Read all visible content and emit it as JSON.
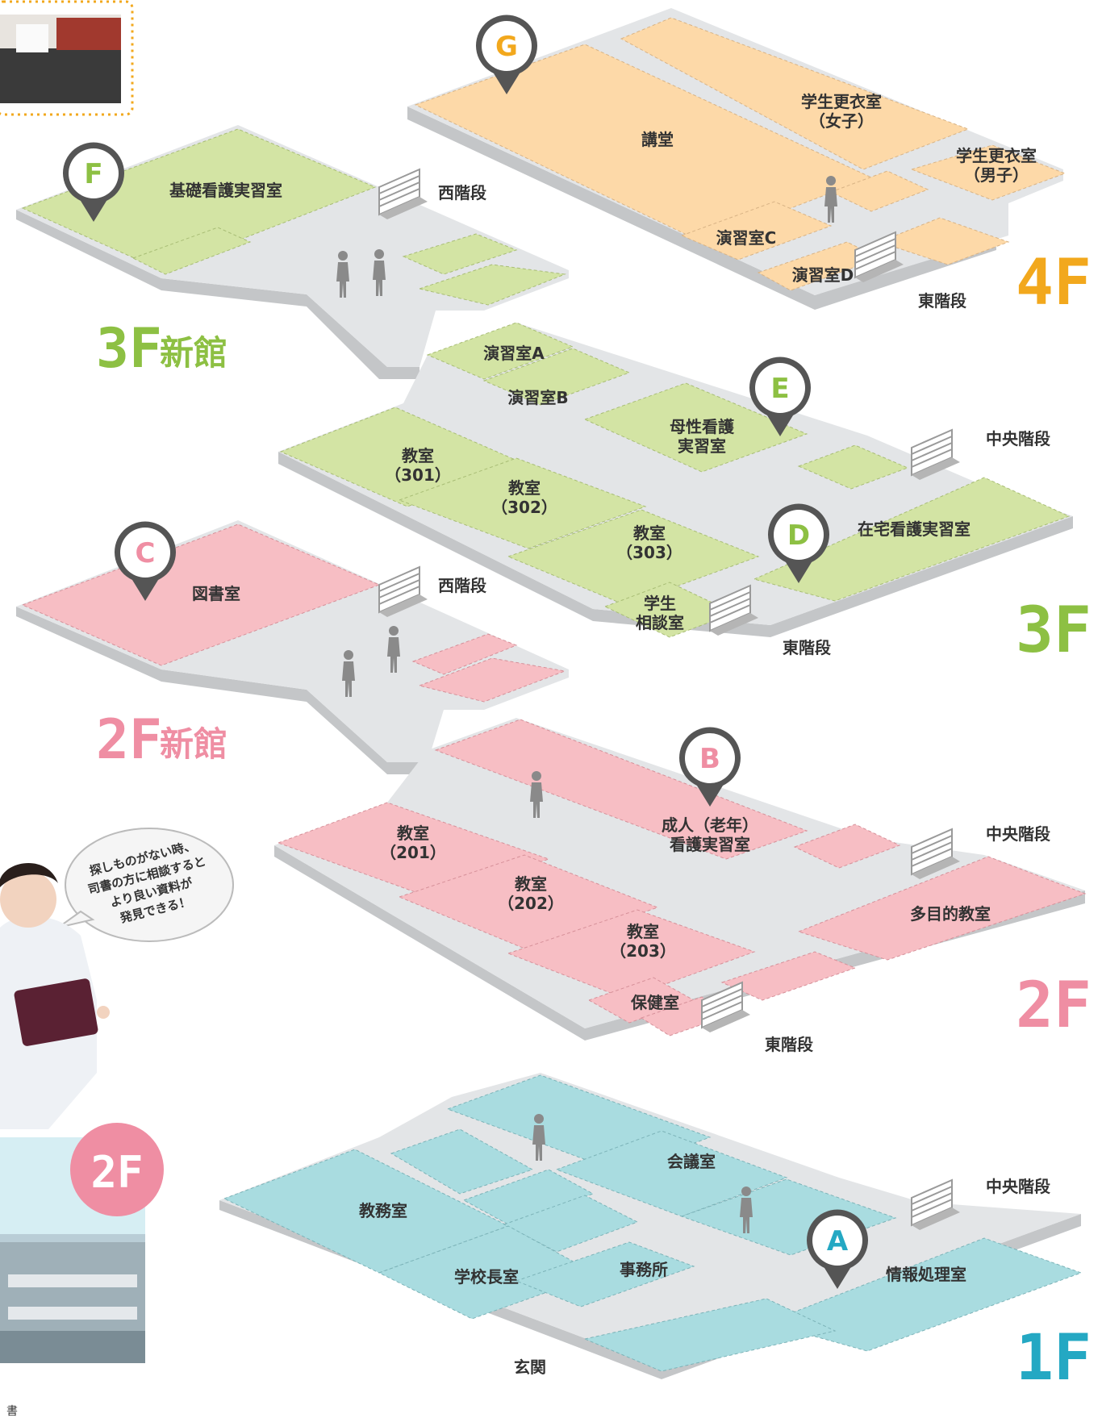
{
  "colors": {
    "floor4": "#fdd9a8",
    "floor3": "#d3e4a4",
    "floor2": "#f7bec4",
    "floor1": "#a9dce0",
    "corridor": "#e3e5e7",
    "wall": "#c4c6c8",
    "label4": "#f2a81d",
    "label3": "#8dc043",
    "label2": "#ef8ea3",
    "label1": "#24a8c3",
    "pin_border": "#555555"
  },
  "floors": {
    "f4": {
      "label": "4F"
    },
    "f3": {
      "label": "3F"
    },
    "f3_new": {
      "label": "3F",
      "suffix": "新館"
    },
    "f2": {
      "label": "2F"
    },
    "f2_new": {
      "label": "2F",
      "suffix": "新館"
    },
    "f1": {
      "label": "1F"
    }
  },
  "rooms": {
    "kodo": "講堂",
    "kouisitsu_f_1": "学生更衣室",
    "kouisitsu_f_2": "（女子）",
    "kouisitsu_m_1": "学生更衣室",
    "kouisitsu_m_2": "（男子）",
    "enshu_c": "演習室C",
    "enshu_d": "演習室D",
    "kiso": "基礎看護実習室",
    "enshu_a": "演習室A",
    "enshu_b": "演習室B",
    "bosei_1": "母性看護",
    "bosei_2": "実習室",
    "r301_1": "教室",
    "r301_2": "（301）",
    "r302_1": "教室",
    "r302_2": "（302）",
    "r303_1": "教室",
    "r303_2": "（303）",
    "soudan_1": "学生",
    "soudan_2": "相談室",
    "zaitaku": "在宅看護実習室",
    "tosho": "図書室",
    "seijin_1": "成人（老年）",
    "seijin_2": "看護実習室",
    "r201_1": "教室",
    "r201_2": "（201）",
    "r202_1": "教室",
    "r202_2": "（202）",
    "r203_1": "教室",
    "r203_2": "（203）",
    "hoken": "保健室",
    "tamokuteki": "多目的教室",
    "kaigi": "会議室",
    "kyomu": "教務室",
    "kochou": "学校長室",
    "jimu": "事務所",
    "joho": "情報処理室",
    "genkan": "玄関"
  },
  "stairs": {
    "west_3f": "西階段",
    "east_4f": "東階段",
    "center_3f": "中央階段",
    "east_3f": "東階段",
    "west_2f": "西階段",
    "center_2f": "中央階段",
    "east_2f": "東階段",
    "center_1f": "中央階段"
  },
  "pins": {
    "A": "A",
    "B": "B",
    "C": "C",
    "D": "D",
    "E": "E",
    "F": "F",
    "G": "G"
  },
  "bubble": {
    "line1": "探しものがない時、",
    "line2": "司書の方に相談すると",
    "line3": "より良い資料が",
    "line4": "発見できる！"
  },
  "photo_badge": "2F",
  "corner_text": "書"
}
